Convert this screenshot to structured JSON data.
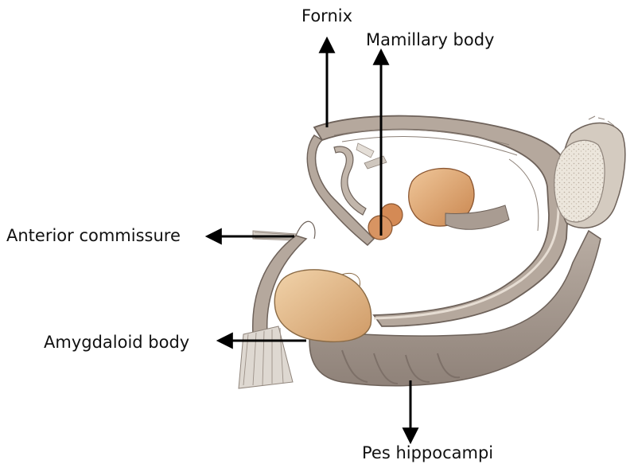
{
  "labels": {
    "fornix": "Fornix",
    "mamillary_body": "Mamillary body",
    "anterior_commissure": "Anterior commissure",
    "amygdaloid_body": "Amygdaloid body",
    "pes_hippocampi": "Pes hippocampi"
  },
  "colors": {
    "background": "#ffffff",
    "label_text": "#111111",
    "arrow": "#000000",
    "fiber_tract": "#b5a89d",
    "fiber_shadow": "#6e625a",
    "fiber_highlight": "#e6ddd3",
    "nucleus": "#d9a070",
    "mamillary": "#d48a55",
    "cut_surface": "#ece6dc",
    "hippocampus": "#a99c92"
  }
}
